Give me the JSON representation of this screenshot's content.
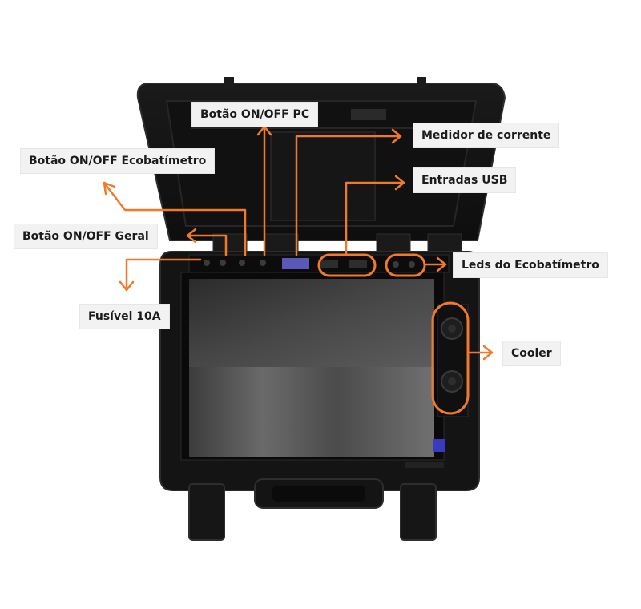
{
  "labels": {
    "onoff_pc": "Botão ON/OFF PC",
    "current_meter": "Medidor de corrente",
    "onoff_ecobat": "Botão ON/OFF Ecobatímetro",
    "usb_inputs": "Entradas USB",
    "onoff_general": "Botão ON/OFF Geral",
    "ecobat_leds": "Leds do Ecobatímetro",
    "fuse": "Fusível 10A",
    "cooler": "Cooler"
  },
  "colors": {
    "accent": "#f07a2a",
    "case": "#141414",
    "case_edge": "#2a2a2a",
    "screen": "#3a3a3a",
    "label_bg": "#f2f2f2"
  }
}
